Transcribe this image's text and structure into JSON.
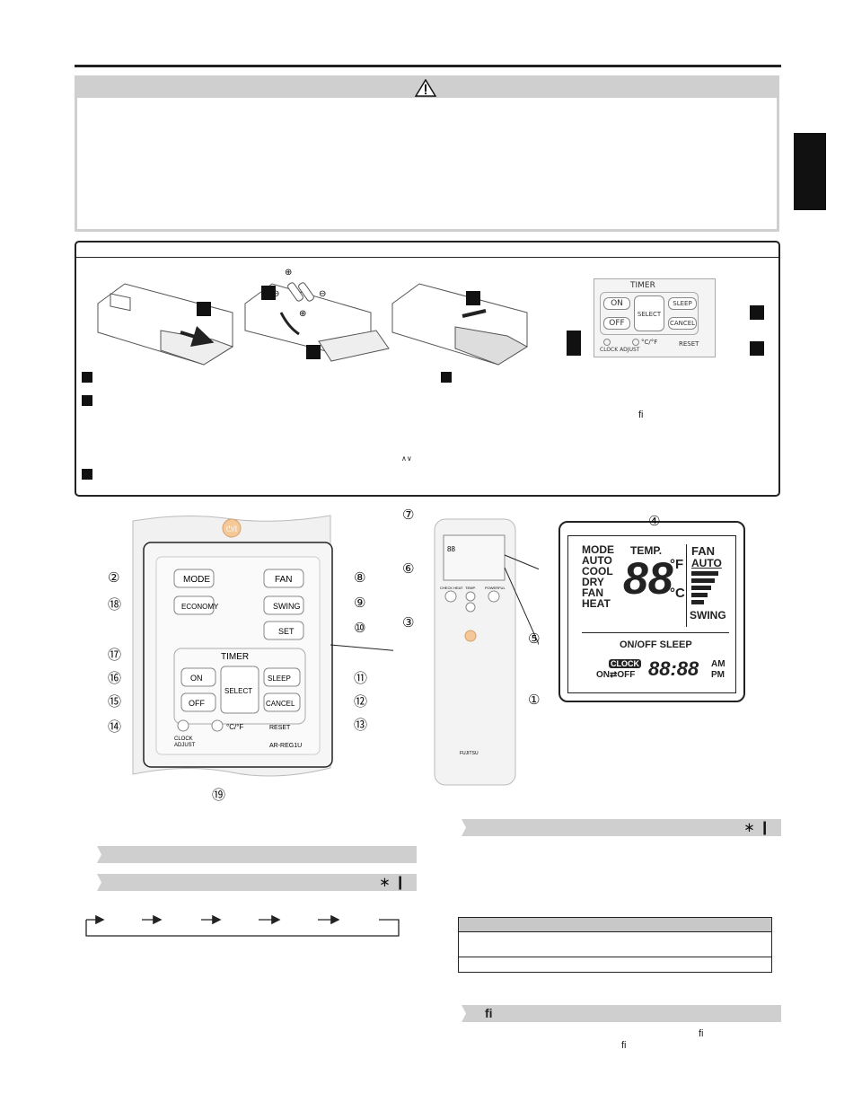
{
  "side_tab": {
    "color": "#111111"
  },
  "warning": {
    "icon": "warning-triangle-icon"
  },
  "battery_panel": {
    "timer_label": "TIMER",
    "timer_buttons": {
      "on": "ON",
      "off": "OFF",
      "select": "SELECT",
      "sleep": "SLEEP",
      "cancel": "CANCEL"
    },
    "clock_adjust": "CLOCK ADJUST",
    "celsius_f": "°C/°F",
    "reset": "RESET",
    "fi_glyph": "fi",
    "arrows_glyph": "∧∨",
    "battery_symbols": {
      "plus": "⊕",
      "minus": "⊖"
    }
  },
  "remote_closeup": {
    "power_symbol": "⏻/I",
    "mode": "MODE",
    "fan": "FAN",
    "economy": "ECONOMY",
    "swing": "SWING",
    "set": "SET",
    "timer": "TIMER",
    "on": "ON",
    "off": "OFF",
    "select": "SELECT",
    "sleep": "SLEEP",
    "cancel": "CANCEL",
    "clock_adjust_1": "CLOCK",
    "clock_adjust_2": "ADJUST",
    "cf": "°C/°F",
    "reset": "RESET",
    "model": "AR-REG1U",
    "callouts": {
      "mode": "②",
      "economy": "⑱",
      "fan": "⑧",
      "swing": "⑨",
      "set": "⑩",
      "select": "⑰",
      "on": "⑯",
      "off": "⑮",
      "clock": "⑭",
      "sleep": "⑪",
      "cancel": "⑫",
      "reset": "⑬",
      "cf": "⑲"
    }
  },
  "remote_full": {
    "check_heat": "CHECK HEAT",
    "temp": "TEMP.",
    "powerful": "POWERFUL",
    "brand": "FUJITSU",
    "callouts": {
      "top": "⑦",
      "check": "⑥",
      "temp": "③",
      "powerful": "⑤",
      "power": "①",
      "display": "④"
    }
  },
  "lcd": {
    "modes": [
      "MODE",
      "AUTO",
      "COOL",
      "DRY",
      "FAN",
      "HEAT"
    ],
    "temp_label": "TEMP.",
    "temp_digits": "88",
    "unit_f": "°F",
    "unit_c": "°C",
    "fan_label": "FAN",
    "fan_auto": "AUTO",
    "swing": "SWING",
    "on_off_sleep": "ON/OFF  SLEEP",
    "clock": "CLOCK",
    "on_off": "ON⇄OFF",
    "time": "88:88",
    "am": "AM",
    "pm": "PM"
  },
  "sections": {
    "right_bar_1_label": "∗ ❙",
    "left_bar_2_label": "∗ ❙",
    "fi_bar_label": "fi",
    "fi_glyph_1": "fi",
    "fi_glyph_2": "fi"
  }
}
